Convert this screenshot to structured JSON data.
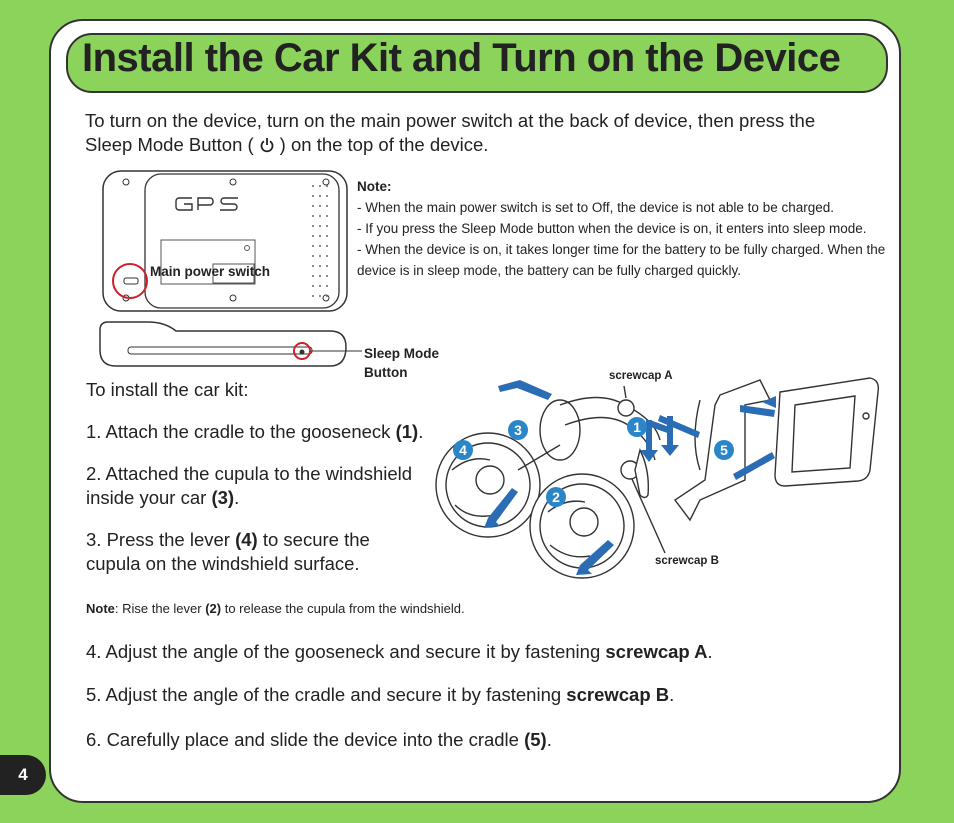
{
  "header": {
    "title": "Install the Car Kit and Turn on the Device"
  },
  "intro": {
    "before": "To turn on the device, turn on the main power switch at the back of device, then press the Sleep Mode Button (",
    "after": ") on the top of the device.",
    "icon": "power-icon"
  },
  "device_figure": {
    "logo": "GPS",
    "main_power_label": "Main power switch",
    "sleep_label": [
      "Sleep Mode",
      "Button"
    ]
  },
  "note": {
    "heading": "Note:",
    "lines": [
      "- When the main power switch is set to Off, the device is  not able to be charged.",
      "- If you press the Sleep Mode button when the device is on, it enters into sleep mode.",
      "- When the device is on, it takes longer time for the battery to be fully charged. When the device is in sleep mode, the battery can be fully charged quickly."
    ]
  },
  "install": {
    "heading": "To install the car kit:",
    "steps": [
      {
        "text": "1. Attach the cradle to the gooseneck ",
        "bold": "(1)",
        "end": "."
      },
      {
        "text": "2. Attached the cupula to the windshield inside your car ",
        "bold": "(3)",
        "end": "."
      },
      {
        "text": "3. Press the lever ",
        "bold": "(4)",
        "end": " to secure the cupula on the windshield surface."
      }
    ],
    "subnote": {
      "label": "Note",
      "text1": ": Rise the lever ",
      "bold": "(2)",
      "text2": " to release the cupula from the windshield."
    },
    "more_steps": [
      {
        "text": "4. Adjust the angle of the gooseneck and secure it by fastening ",
        "bold": "screwcap A",
        "end": "."
      },
      {
        "text": "5. Adjust the angle of the cradle and secure it by fastening ",
        "bold": "screwcap B",
        "end": "."
      },
      {
        "text": "6. Carefully place and slide the device into the cradle ",
        "bold": "(5)",
        "end": "."
      }
    ]
  },
  "car_kit_figure": {
    "screwcap_a": "screwcap A",
    "screwcap_b": "screwcap B",
    "markers": [
      "1",
      "2",
      "3",
      "4",
      "5"
    ],
    "marker_color": "#2a86c8",
    "arrow_color": "#2b6db4"
  },
  "page": {
    "number": "4"
  },
  "colors": {
    "background": "#8cd35c",
    "highlight_circle": "#d0202a"
  }
}
